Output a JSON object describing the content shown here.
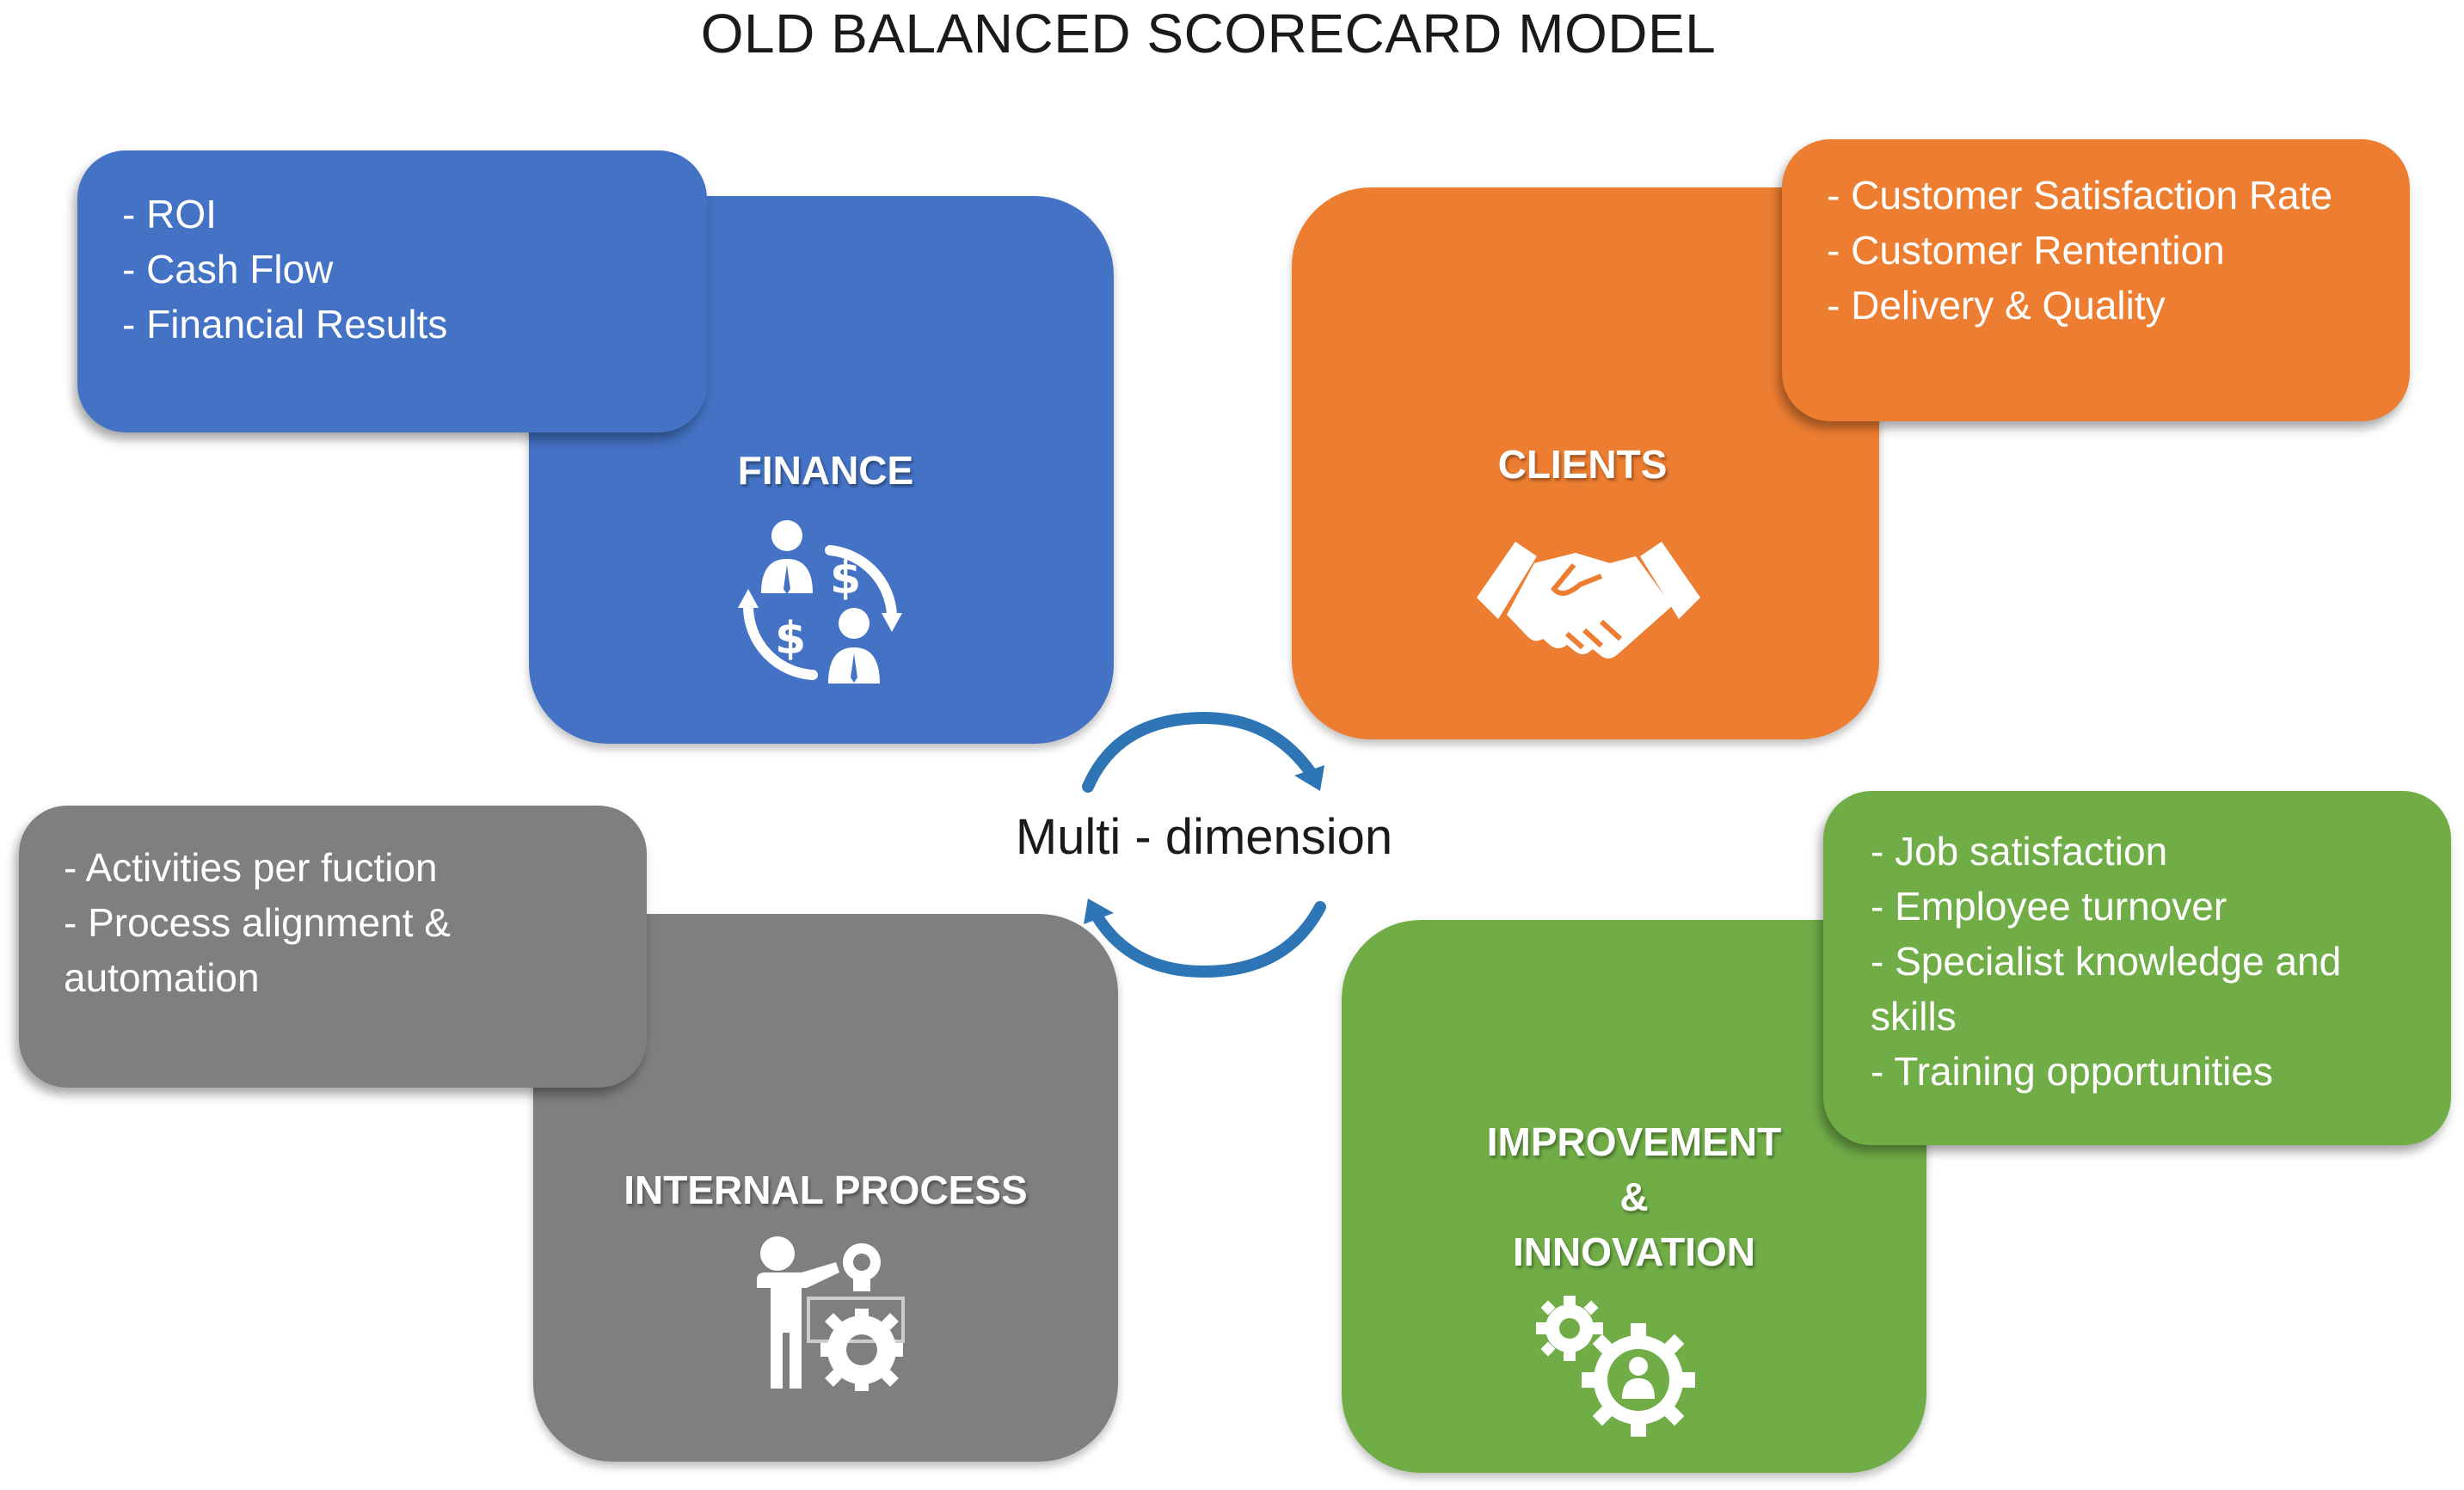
{
  "title": "OLD BALANCED SCORECARD MODEL",
  "center_label": "Multi - dimension",
  "colors": {
    "finance": "#4472c4",
    "clients": "#ed7d31",
    "internal_process": "#7f7f7f",
    "improvement": "#70ad47",
    "cycle_arrows": "#2e75b6"
  },
  "finance": {
    "label": "FINANCE",
    "icon": "money-exchange-icon",
    "items": [
      "- ROI",
      "- Cash Flow",
      "- Financial Results"
    ]
  },
  "clients": {
    "label": "CLIENTS",
    "icon": "handshake-icon",
    "items": [
      "- Customer Satisfaction Rate",
      "- Customer Rentention",
      "- Delivery & Quality"
    ]
  },
  "internal_process": {
    "label": "INTERNAL PROCESS",
    "icon": "presenter-gear-icon",
    "items": [
      "- Activities per fuction",
      "- Process alignment &",
      "automation"
    ]
  },
  "improvement": {
    "label_lines": [
      "IMPROVEMENT",
      "&",
      "INNOVATION"
    ],
    "icon": "gears-person-icon",
    "items": [
      "- Job satisfaction",
      "- Employee turnover",
      "- Specialist knowledge and",
      "skills",
      "- Training opportunities"
    ]
  }
}
